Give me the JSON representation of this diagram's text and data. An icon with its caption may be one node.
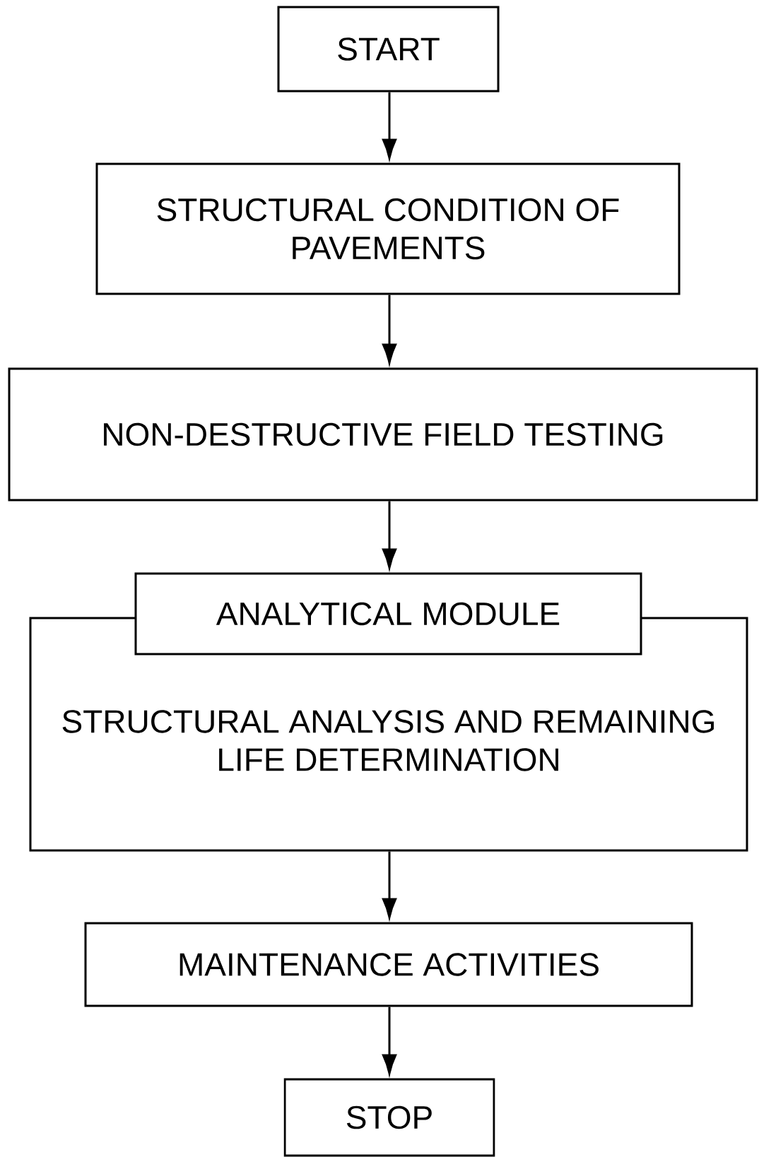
{
  "diagram": {
    "nodes": [
      {
        "text": [
          "START"
        ]
      },
      {
        "text": [
          "STRUCTURAL CONDITION OF PAVEMENTS"
        ]
      },
      {
        "text": [
          "NON-DESTRUCTIVE FIELD TESTING"
        ]
      },
      {
        "text": [
          "ANALYTICAL MODULE"
        ]
      },
      {
        "text": [
          "STRUCTURAL ANALYSIS AND REMAINING LIFE DETERMINATION"
        ]
      },
      {
        "text": [
          "MAINTENANCE ACTIVITIES"
        ]
      },
      {
        "text": [
          "STOP"
        ]
      }
    ],
    "edges": [
      {
        "from": 0,
        "to": 1,
        "arrow": "to"
      },
      {
        "from": 1,
        "to": 2,
        "arrow": "to"
      },
      {
        "from": 2,
        "to": 3,
        "arrow": "to"
      },
      {
        "from": 4,
        "to": 5,
        "arrow": "to"
      },
      {
        "from": 5,
        "to": 6,
        "arrow": "to"
      }
    ]
  }
}
